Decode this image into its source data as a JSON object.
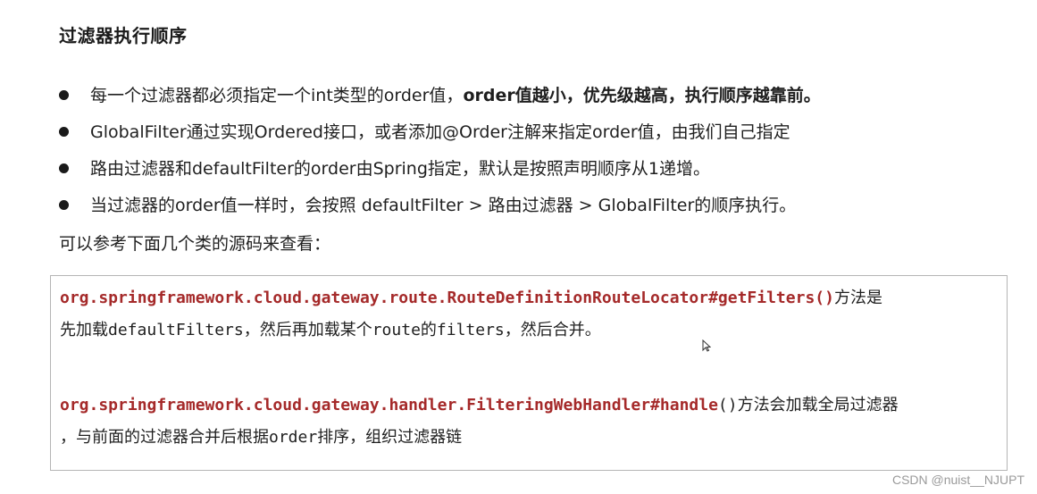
{
  "title": "过滤器执行顺序",
  "bullets": [
    {
      "text": "每一个过滤器都必须指定一个int类型的order值，",
      "bold": "order值越小，优先级越高，执行顺序越靠前。"
    },
    {
      "text": "GlobalFilter通过实现Ordered接口，或者添加@Order注解来指定order值，由我们自己指定",
      "bold": ""
    },
    {
      "text": "路由过滤器和defaultFilter的order由Spring指定，默认是按照声明顺序从1递增。",
      "bold": ""
    },
    {
      "text": "当过滤器的order值一样时，会按照 defaultFilter > 路由过滤器 > GlobalFilter的顺序执行。",
      "bold": ""
    }
  ],
  "note": "可以参考下面几个类的源码来查看：",
  "code_box": {
    "block1": {
      "code": "org.springframework.cloud.gateway.route.RouteDefinitionRouteLocator#getFilters()",
      "suffix": "方法是",
      "line2_a": "先加载",
      "line2_code1": "defaultFilters",
      "line2_b": "，然后再加载某个",
      "line2_code2": "route",
      "line2_c": "的",
      "line2_code3": "filters",
      "line2_d": "，然后合并。"
    },
    "block2": {
      "code": "org.springframework.cloud.gateway.handler.FilteringWebHandler#handle",
      "code_tail": "()",
      "suffix": "方法会加载全局过滤器",
      "line2_a": "，与前面的过滤器合并后根据",
      "line2_code": "order",
      "line2_b": "排序，组织过滤器链"
    }
  },
  "watermark": "CSDN @nuist__NJUPT",
  "colors": {
    "code_accent": "#a52a2a",
    "box_border": "#b5b5b5"
  }
}
